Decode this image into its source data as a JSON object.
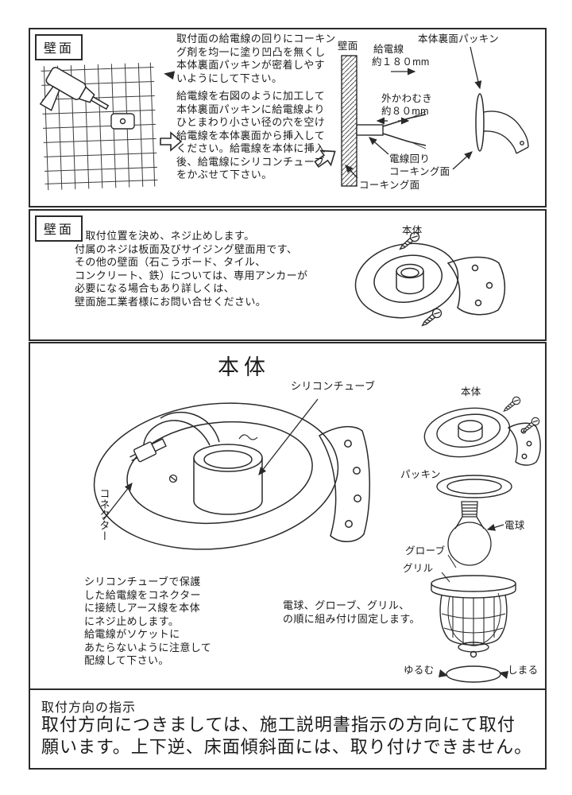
{
  "colors": {
    "ink": "#1a1a1a",
    "line": "#2a2a2a"
  },
  "panel_wall_1": {
    "tag": "壁面",
    "caulk_note": "取付面の給電線の回りにコーキン\nグ剤を均一に塗り凹凸を無くし\n本体裏面パッキンが密着しやす\nいようにして下さい。",
    "cable_note": "給電線を右図のように加工して\n本体裏面パッキンに給電線より\nひとまわり小さい径の穴を空け\n給電線を本体裏面から挿入して\nください。給電線を本体に挿入\n後、給電線にシリコンチューブ\nをかぶせて下さい。",
    "wall_label": "壁面",
    "cable_label": "給電線",
    "cable_length": "約１８０mm",
    "strip_label": "外かわむき",
    "strip_length": "約８０mm",
    "wire_caulk_label": "電線回り\nコーキング面",
    "caulk_face_label": "コーキング面",
    "packing_label": "本体裏面パッキン"
  },
  "panel_wall_2": {
    "tag": "壁面",
    "note": "　取付位置を決め、ネジ止めします。\n付属のネジは板面及びサイジング壁面用です、\nその他の壁面（石こうボード、タイル、\nコンクリート、鉄）については、専用アンカーが\n必要になる場合もあり詳しくは、\n壁面施工業者様にお問い合せください。",
    "body_label": "本体"
  },
  "panel_body": {
    "title": "本体",
    "silicone_label": "シリコンチューブ",
    "connector_label": "コネクター",
    "wiring_note": "シリコンチューブで保護\nした給電線をコネクター\nに接続しアース線を本体\nにネジ止めします。\n給電線がソケットに\nあたらないように注意して\n配線して下さい。",
    "assembly_note": "電球、グローブ、グリル、\nの順に組み付け固定します。",
    "body_label": "本体",
    "packing_label": "パッキン",
    "bulb_label": "電球",
    "globe_label": "グローブ",
    "grill_label": "グリル",
    "loosen_label": "ゆるむ",
    "tighten_label": "しまる"
  },
  "panel_direction": {
    "title": "取付方向の指示",
    "note": "取付方向につきましては、施工説明書指示の方向にて取付\n願います。上下逆、床面傾斜面には、取り付けできません。"
  }
}
